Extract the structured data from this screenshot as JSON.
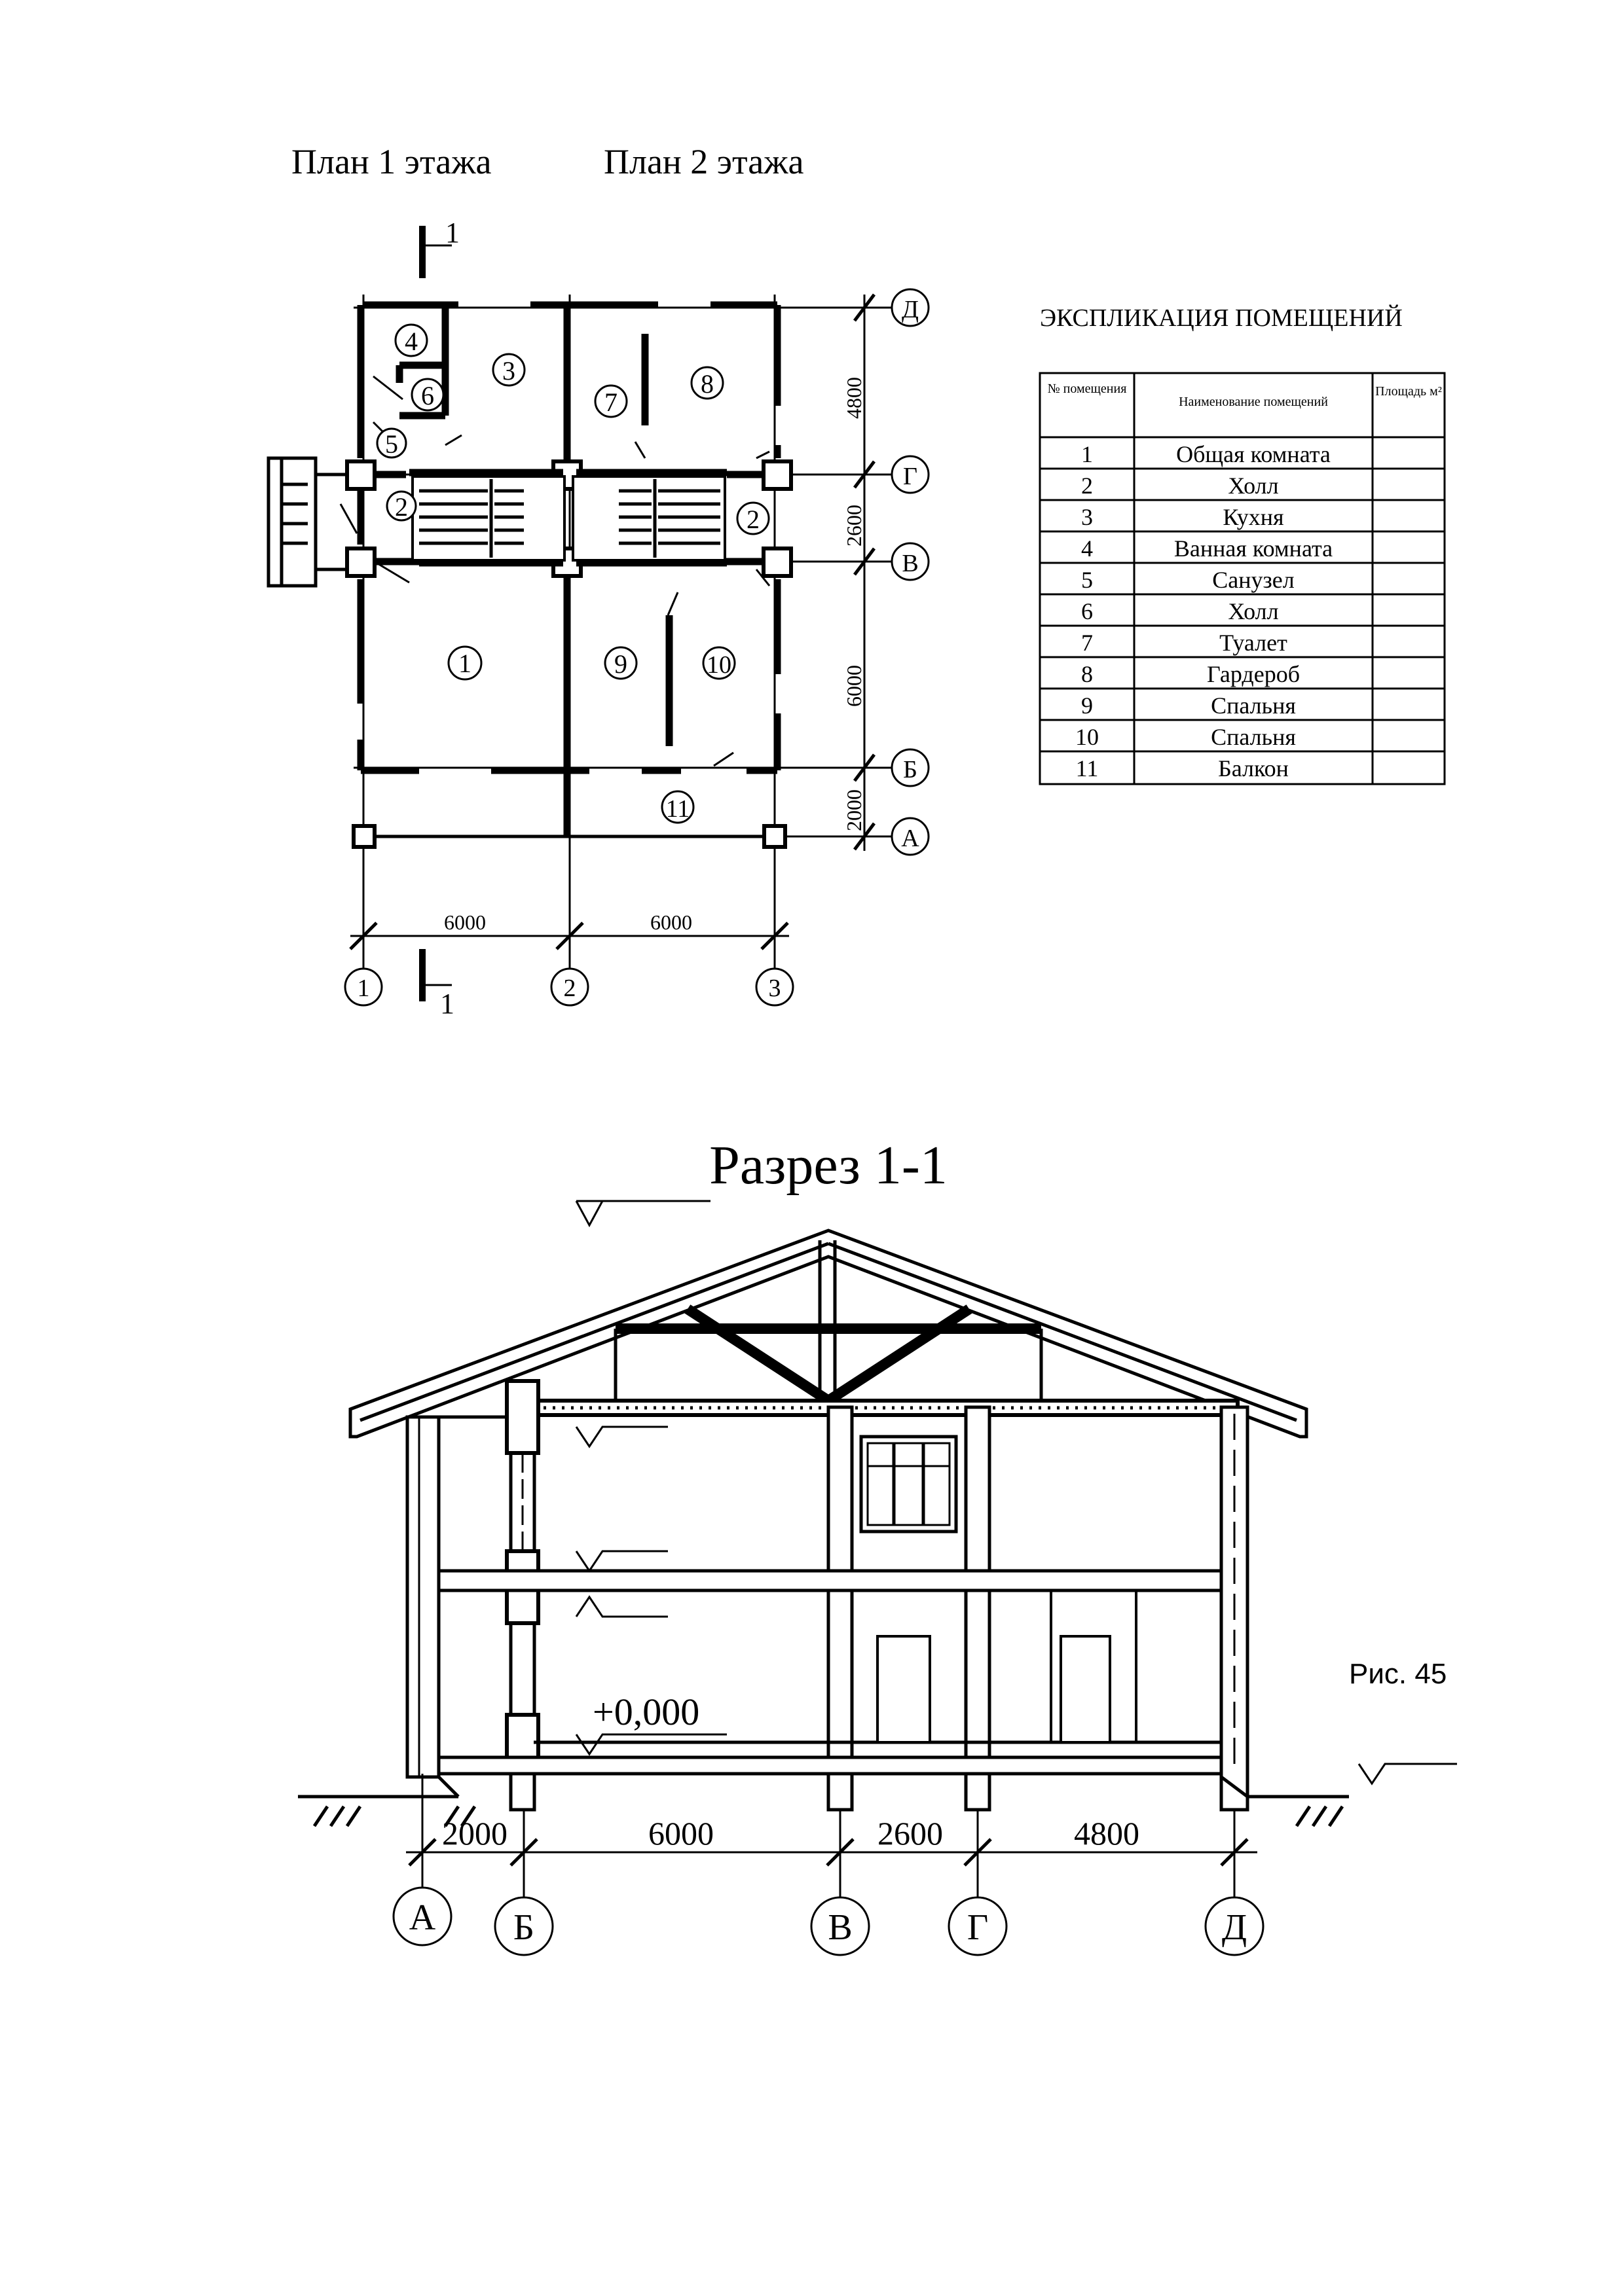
{
  "titles": {
    "plan1": "План 1 этажа",
    "plan2": "План 2 этажа",
    "section": "Разрез 1-1",
    "figure": "Рис. 45"
  },
  "section_mark": "1",
  "plan": {
    "axes_letters": [
      "Д",
      "Г",
      "В",
      "Б",
      "А"
    ],
    "axes_numbers": [
      "1",
      "2",
      "3"
    ],
    "dims_vertical": [
      "4800",
      "2600",
      "6000",
      "2000"
    ],
    "dims_horizontal": [
      "6000",
      "6000"
    ],
    "room_numbers": [
      "1",
      "2",
      "2",
      "3",
      "4",
      "5",
      "6",
      "7",
      "8",
      "9",
      "10",
      "11"
    ]
  },
  "table": {
    "title": "ЭКСПЛИКАЦИЯ ПОМЕЩЕНИЙ",
    "headers": [
      "№ помещения",
      "Наименование помещений",
      "Площадь м²"
    ],
    "rows": [
      {
        "num": "1",
        "name": "Общая комната",
        "area": ""
      },
      {
        "num": "2",
        "name": "Холл",
        "area": ""
      },
      {
        "num": "3",
        "name": "Кухня",
        "area": ""
      },
      {
        "num": "4",
        "name": "Ванная комната",
        "area": ""
      },
      {
        "num": "5",
        "name": "Санузел",
        "area": ""
      },
      {
        "num": "6",
        "name": "Холл",
        "area": ""
      },
      {
        "num": "7",
        "name": "Туалет",
        "area": ""
      },
      {
        "num": "8",
        "name": "Гардероб",
        "area": ""
      },
      {
        "num": "9",
        "name": "Спальня",
        "area": ""
      },
      {
        "num": "10",
        "name": "Спальня",
        "area": ""
      },
      {
        "num": "11",
        "name": "Балкон",
        "area": ""
      }
    ]
  },
  "section": {
    "level_label": "+0,000",
    "dims": [
      "2000",
      "6000",
      "2600",
      "4800"
    ],
    "axes": [
      "А",
      "Б",
      "В",
      "Г",
      "Д"
    ]
  }
}
